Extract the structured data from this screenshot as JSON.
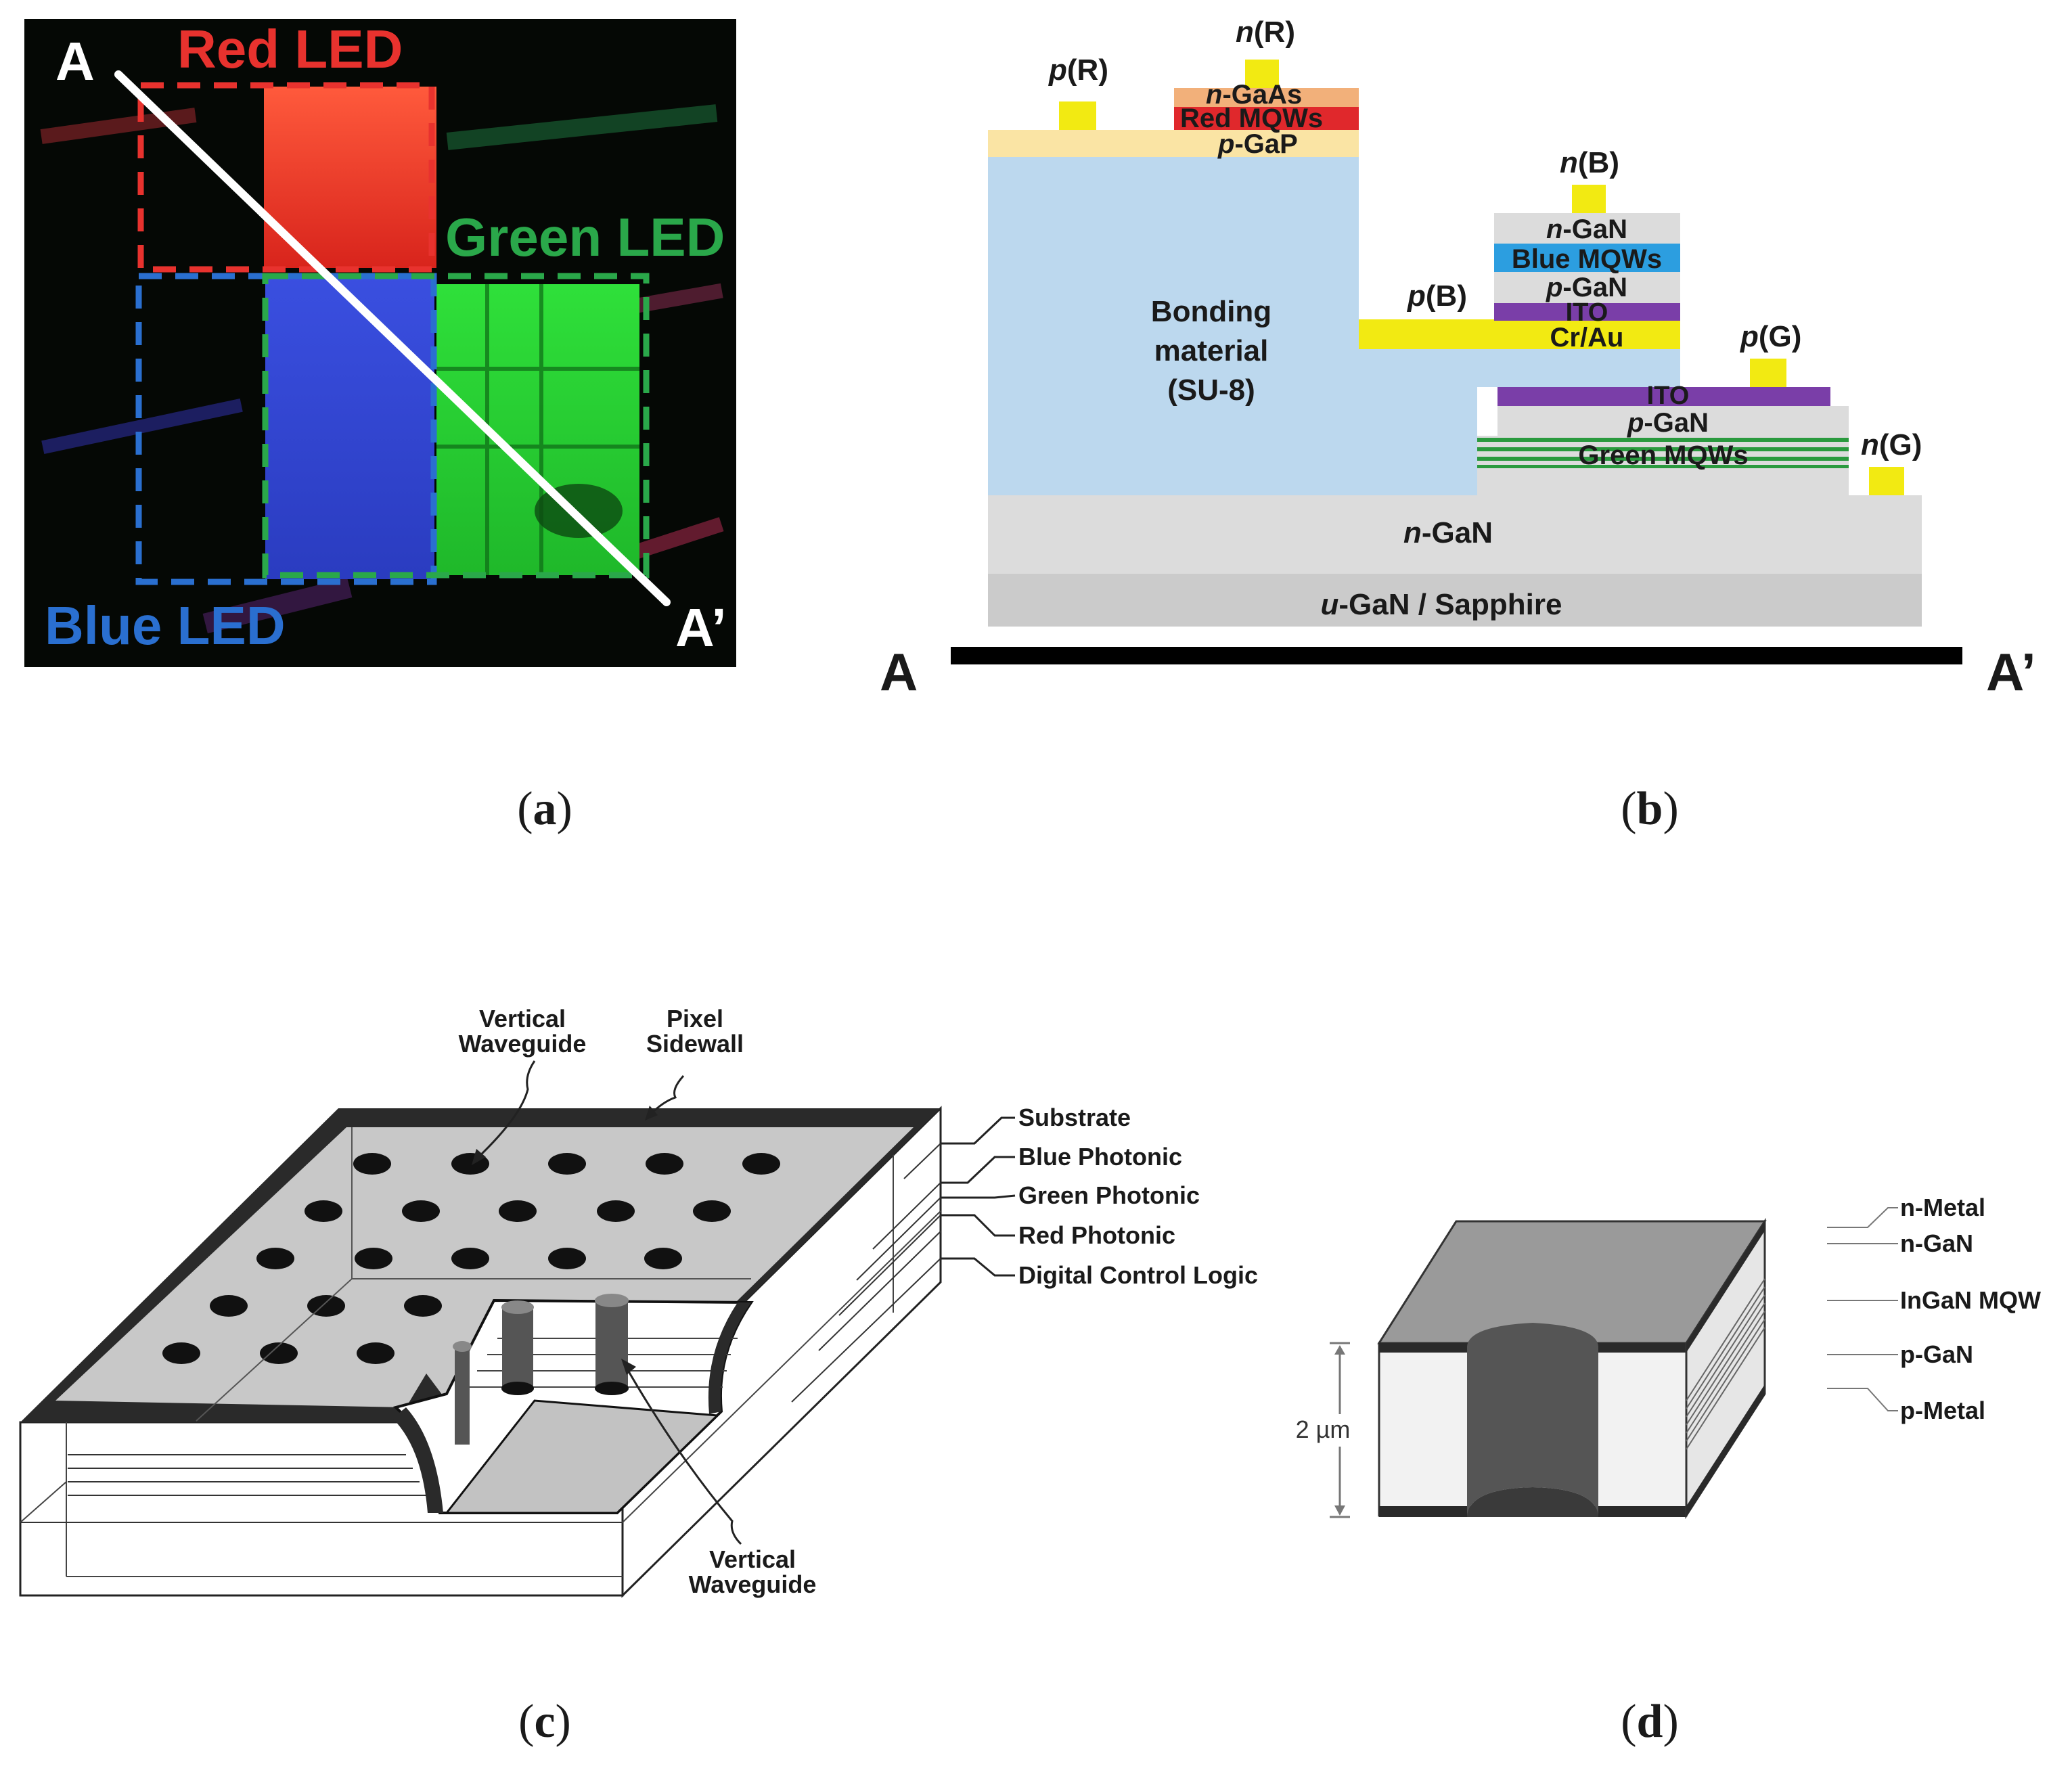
{
  "panels": {
    "a": {
      "caption_open": "(",
      "caption_letter": "a",
      "caption_close": ")",
      "labels": {
        "start": "A",
        "end": "A’",
        "red": "Red LED",
        "green": "Green LED",
        "blue": "Blue LED"
      },
      "colors": {
        "red": "#e8322e",
        "green": "#2aa84a",
        "blue": "#2a6fd0",
        "background": "#050805"
      }
    },
    "b": {
      "caption_open": "(",
      "caption_letter": "b",
      "caption_close": ")",
      "labels": {
        "pR_ital": "p",
        "pR_rest": "(R)",
        "nR_ital": "n",
        "nR_rest": "(R)",
        "nGaAs_ital": "n",
        "nGaAs_rest": "-GaAs",
        "red_mqws": "Red MQWs",
        "pGaP_ital": "p",
        "pGaP_rest": "-GaP",
        "bonding_1": "Bonding",
        "bonding_2": "material",
        "bonding_3": "(SU-8)",
        "nB_ital": "n",
        "nB_rest": "(B)",
        "nGaN_blue_ital": "n",
        "nGaN_blue_rest": "-GaN",
        "blue_mqws": "Blue MQWs",
        "pGaN_blue_ital": "p",
        "pGaN_blue_rest": "-GaN",
        "ito_blue": "ITO",
        "crau": "Cr/Au",
        "pB_ital": "p",
        "pB_rest": "(B)",
        "pG_ital": "p",
        "pG_rest": "(G)",
        "ito_green": "ITO",
        "pGaN_green_ital": "p",
        "pGaN_green_rest": "-GaN",
        "green_mqws": "Green MQWs",
        "nG_ital": "n",
        "nG_rest": "(G)",
        "nGaN_base_ital": "n",
        "nGaN_base_rest": "-GaN",
        "sapphire_ital": "u",
        "sapphire_rest": "-GaN / Sapphire",
        "axis_start": "A",
        "axis_end": "A’"
      },
      "colors": {
        "bonding": "#bcd8ee",
        "pad": "#f2ea12",
        "nGaAs": "#f2b07a",
        "red_mqws": "#e0282c",
        "pGaP": "#fae4a4",
        "gan": "#dcdcdc",
        "sapphire": "#cbcbcb",
        "blue_mqws": "#2c9ee0",
        "ito": "#7a3ea8",
        "green_mqws": "#2a9a3e"
      }
    },
    "c": {
      "caption_open": "(",
      "caption_letter": "c",
      "caption_close": ")",
      "labels": {
        "vw_top_1": "Vertical",
        "vw_top_2": "Waveguide",
        "sidewall_1": "Pixel",
        "sidewall_2": "Sidewall",
        "substrate": "Substrate",
        "blue_photonic": "Blue Photonic",
        "green_photonic": "Green Photonic",
        "red_photonic": "Red Photonic",
        "digital_control": "Digital Control Logic",
        "vw_bottom_1": "Vertical",
        "vw_bottom_2": "Waveguide"
      }
    },
    "d": {
      "caption_open": "(",
      "caption_letter": "d",
      "caption_close": ")",
      "labels": {
        "n_metal": "n-Metal",
        "n_gan": "n-GaN",
        "ingan_mqw": "InGaN MQW",
        "p_gan": "p-GaN",
        "p_metal": "p-Metal",
        "dimension": "2 µm"
      }
    }
  }
}
